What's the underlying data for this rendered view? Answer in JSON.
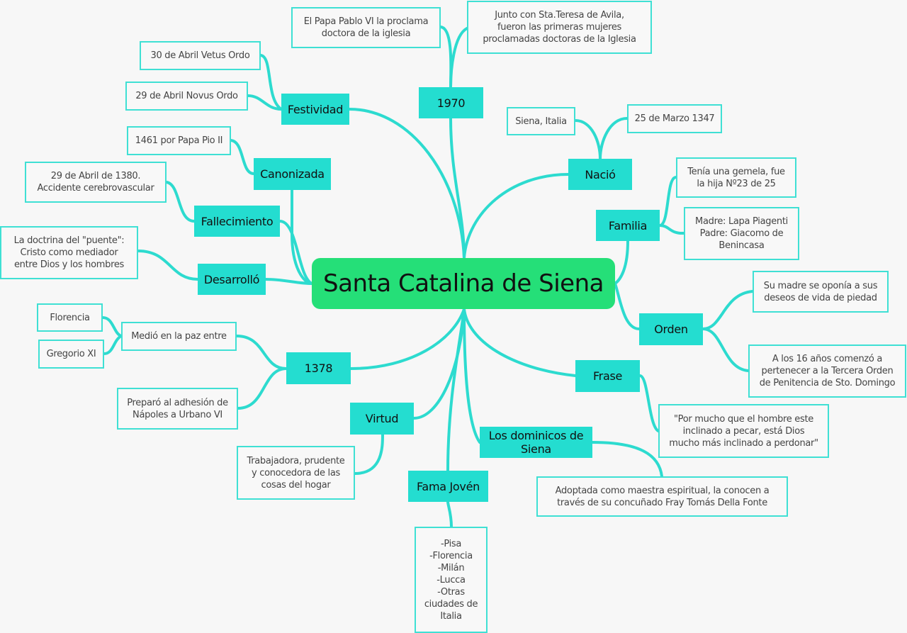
{
  "center": "Santa Catalina de Siena",
  "categories": {
    "festividad": "Festividad",
    "y1970": "1970",
    "canonizada": "Canonizada",
    "fallecimiento": "Fallecimiento",
    "desarrollo": "Desarrolló",
    "nacio": "Nació",
    "familia": "Familia",
    "orden": "Orden",
    "frase": "Frase",
    "y1378": "1378",
    "virtud": "Virtud",
    "dominicos": "Los dominicos de Siena",
    "fama": "Fama Jovén"
  },
  "leaves": {
    "papa_pablo": "El Papa Pablo VI la proclama\ndoctora de la iglesia",
    "junto_con": "Junto con Sta.Teresa de Avila,\nfueron las primeras mujeres\nproclamadas doctoras de la Iglesia",
    "vetus": "30 de Abril Vetus Ordo",
    "novus": "29 de Abril Novus Ordo",
    "pio": "1461 por Papa Pio II",
    "muerte": "29 de Abril de 1380.\nAccidente cerebrovascular",
    "doctrina": "La doctrina del \"puente\":\nCristo como mediador\nentre Dios y los hombres",
    "siena": "Siena, Italia",
    "marzo": "25 de Marzo 1347",
    "gemela": "Tenía una gemela, fue\nla hija Nº23 de 25",
    "padres": "Madre: Lapa Piagenti\nPadre: Giacomo de\nBenincasa",
    "su_madre": "Su madre se oponía a sus\ndeseos de vida de piedad",
    "dieciseis": "A los 16 años comenzó a\npertenecer a la Tercera Orden\nde Penitencia de Sto. Domingo",
    "cita": "\"Por mucho que el hombre este\ninclinado a pecar, está Dios\nmucho más inclinado a perdonar\"",
    "adoptada": "Adoptada como maestra espiritual, la conocen a\ntravés de su concuñado Fray Tomás Della Fonte",
    "florencia": "Florencia",
    "gregorio": "Gregorio XI",
    "medio": "Medió en la paz entre",
    "preparo": "Preparó al adhesión de\nNápoles a Urbano VI",
    "trabajadora": "Trabajadora, prudente\ny conocedora de las\ncosas del hogar",
    "ciudades": "-Pisa\n-Florencia\n-Milán\n-Lucca\n-Otras\nciudades de\nItalia"
  },
  "colors": {
    "center": "#25df78",
    "category": "#24ddd0",
    "link": "#2ddbcf"
  }
}
